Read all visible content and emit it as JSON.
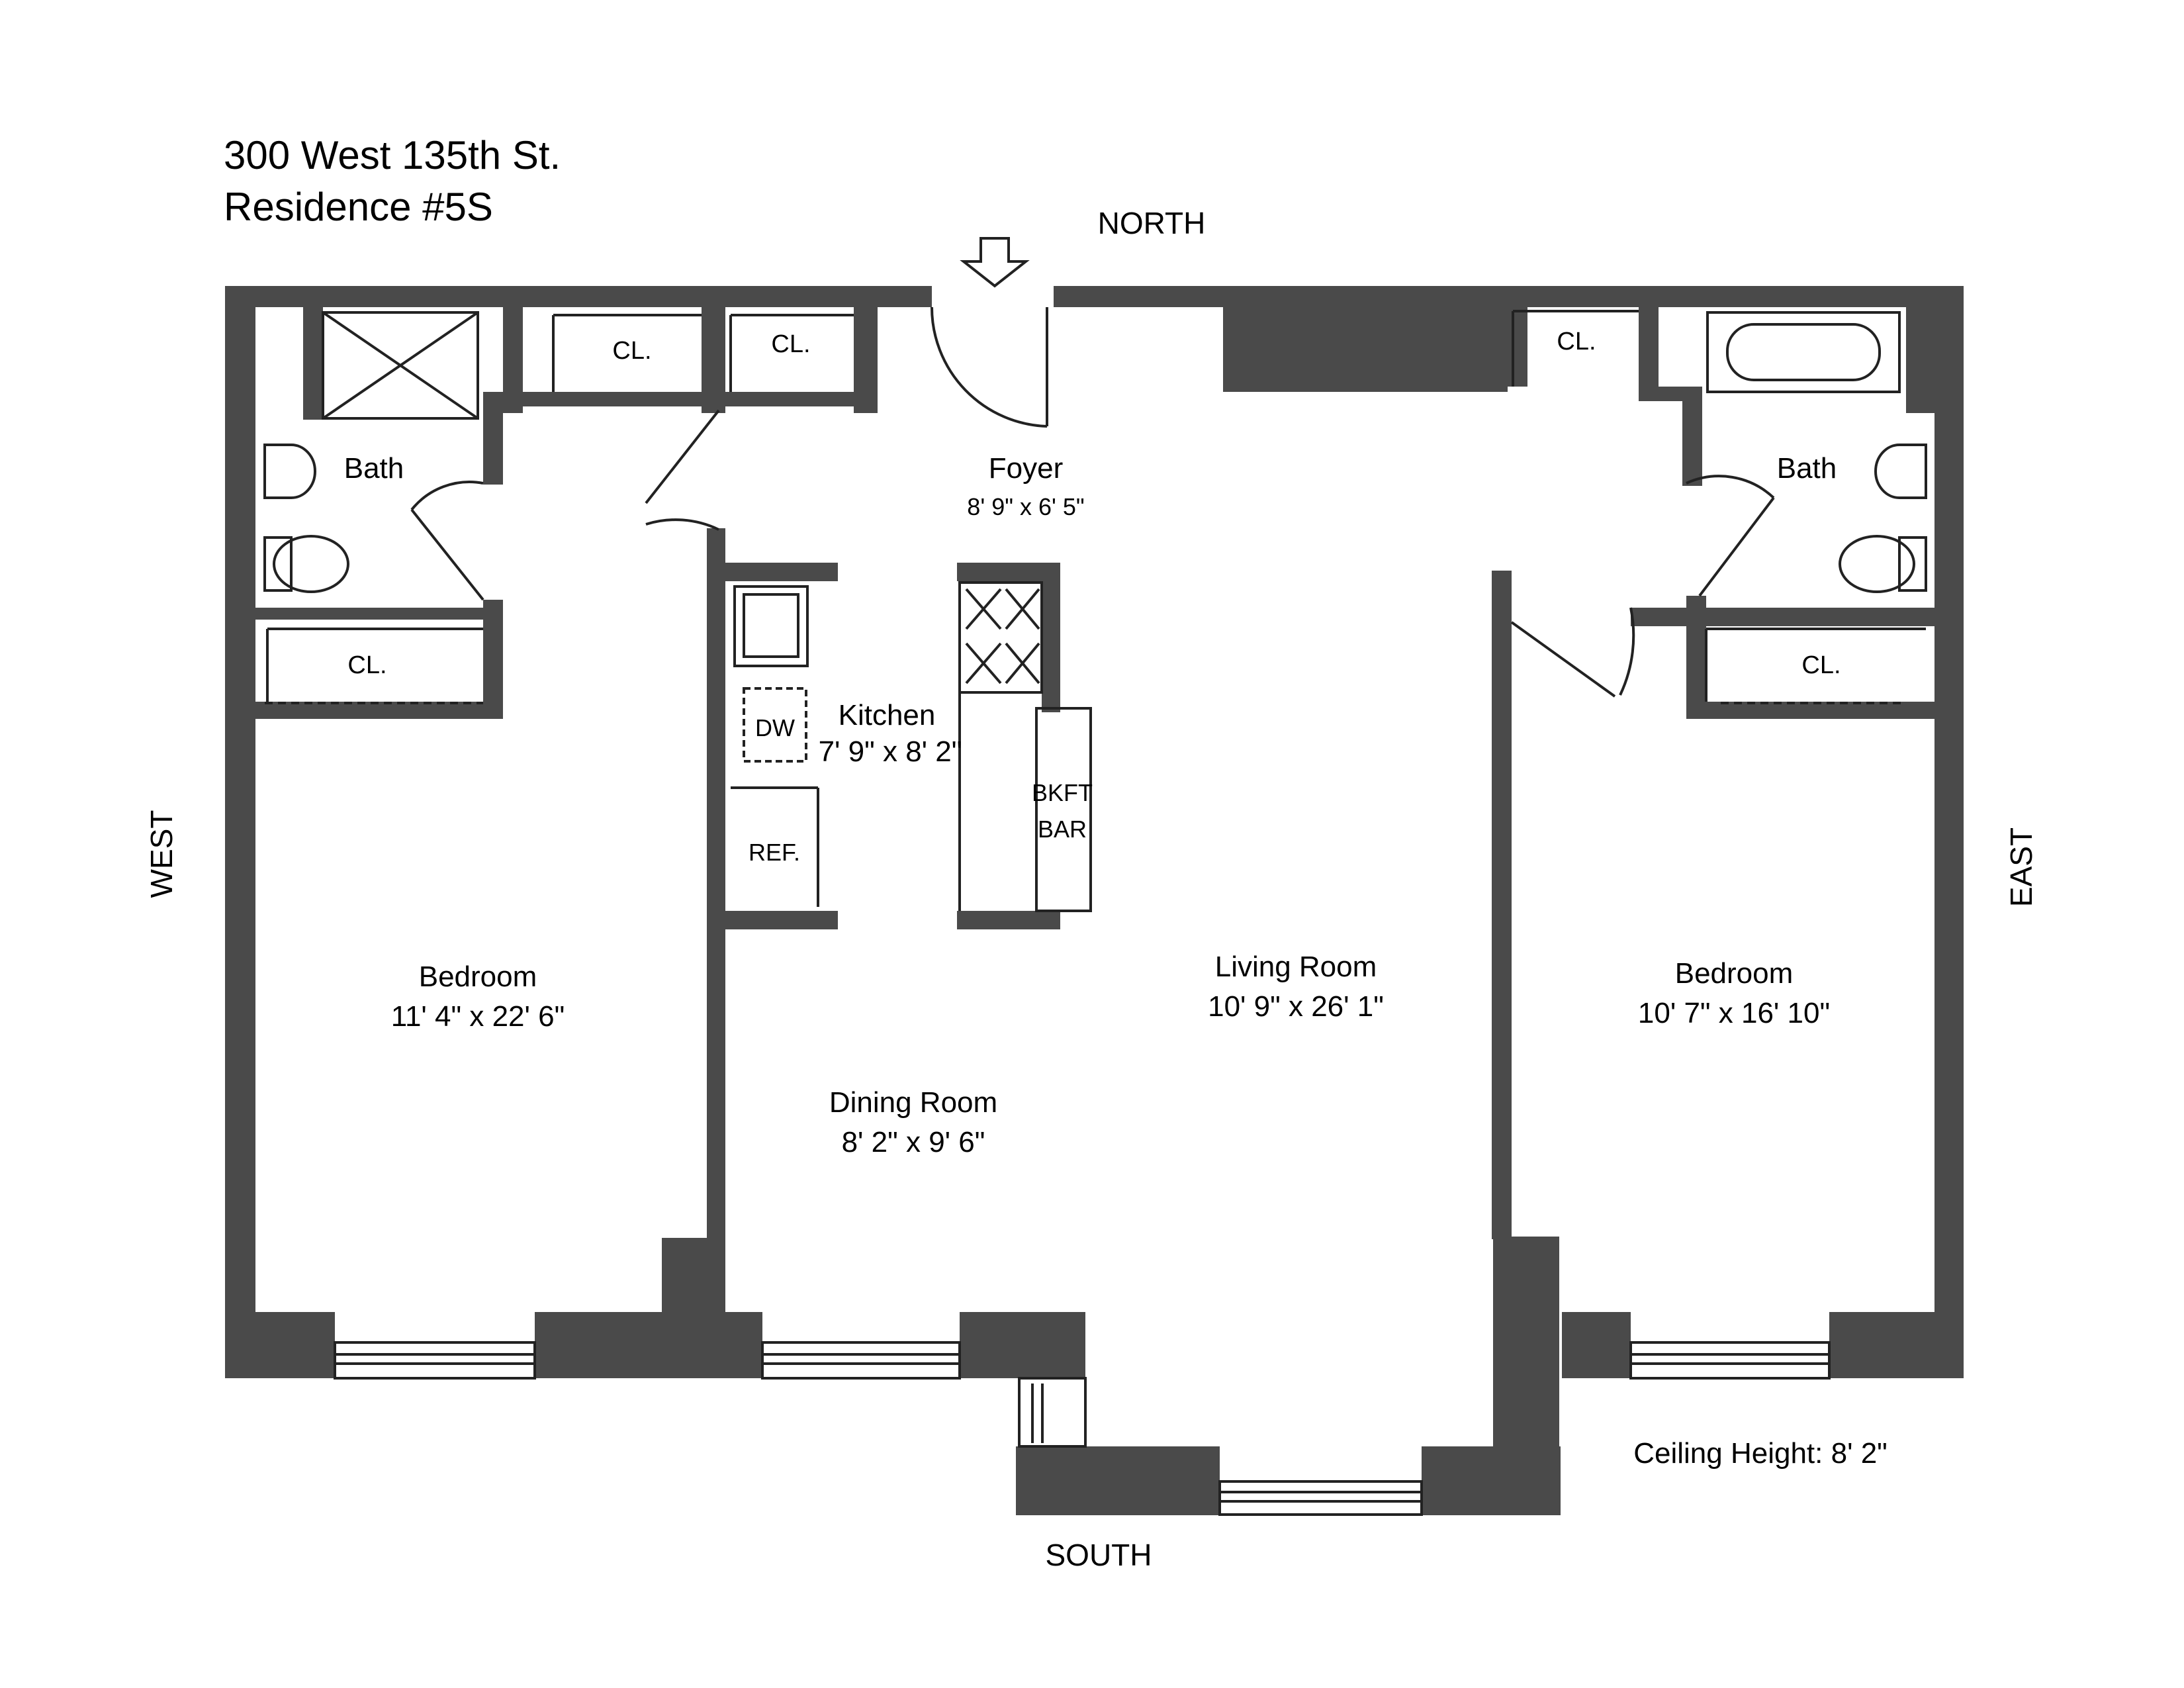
{
  "header": {
    "address": "300 West 135th St.",
    "residence": "Residence #5S"
  },
  "compass": {
    "north": "NORTH",
    "south": "SOUTH",
    "east": "EAST",
    "west": "WEST"
  },
  "rooms": {
    "bath_west": {
      "name": "Bath"
    },
    "bath_east": {
      "name": "Bath"
    },
    "foyer": {
      "name": "Foyer",
      "dims": "8' 9\" x 6' 5\""
    },
    "kitchen": {
      "name": "Kitchen",
      "dims": "7' 9\" x 8' 2\""
    },
    "bedroom_west": {
      "name": "Bedroom",
      "dims": "11' 4\" x 22' 6\""
    },
    "living_room": {
      "name": "Living Room",
      "dims": "10' 9\" x 26' 1\""
    },
    "dining_room": {
      "name": "Dining Room",
      "dims": "8' 2\" x 9' 6\""
    },
    "bedroom_east": {
      "name": "Bedroom",
      "dims": "10' 7\" x 16' 10\""
    }
  },
  "closets": {
    "top_left": "CL.",
    "top_middle": "CL.",
    "west_bedroom": "CL.",
    "top_right": "CL.",
    "east_bedroom": "CL."
  },
  "fixtures": {
    "dishwasher": "DW",
    "refrigerator": "REF.",
    "breakfast_bar_line1": "BKFT",
    "breakfast_bar_line2": "BAR"
  },
  "notes": {
    "ceiling_height": "Ceiling Height: 8' 2\""
  },
  "colors": {
    "wall": "#4a4a4a",
    "line": "#222222",
    "background": "#ffffff"
  }
}
